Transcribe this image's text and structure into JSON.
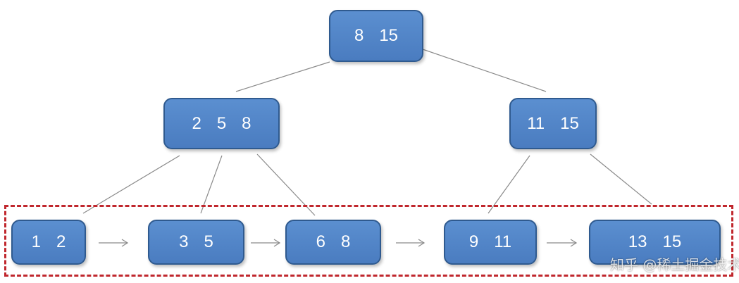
{
  "tree": {
    "root": {
      "keys": [
        "8",
        "15"
      ]
    },
    "internal": [
      {
        "keys": [
          "2",
          "5",
          "8"
        ]
      },
      {
        "keys": [
          "11",
          "15"
        ]
      }
    ],
    "leaves": [
      {
        "keys": [
          "1",
          "2"
        ]
      },
      {
        "keys": [
          "3",
          "5"
        ]
      },
      {
        "keys": [
          "6",
          "8"
        ]
      },
      {
        "keys": [
          "9",
          "11"
        ]
      },
      {
        "keys": [
          "13",
          "15"
        ]
      }
    ]
  },
  "colors": {
    "node_fill": "#4f81bd",
    "node_border": "#2f5a8f",
    "node_text": "#ffffff",
    "edge": "#8a8a8a",
    "leaf_frame": "#c0272d"
  },
  "watermark": "知乎 @稀土掘金技术社区"
}
